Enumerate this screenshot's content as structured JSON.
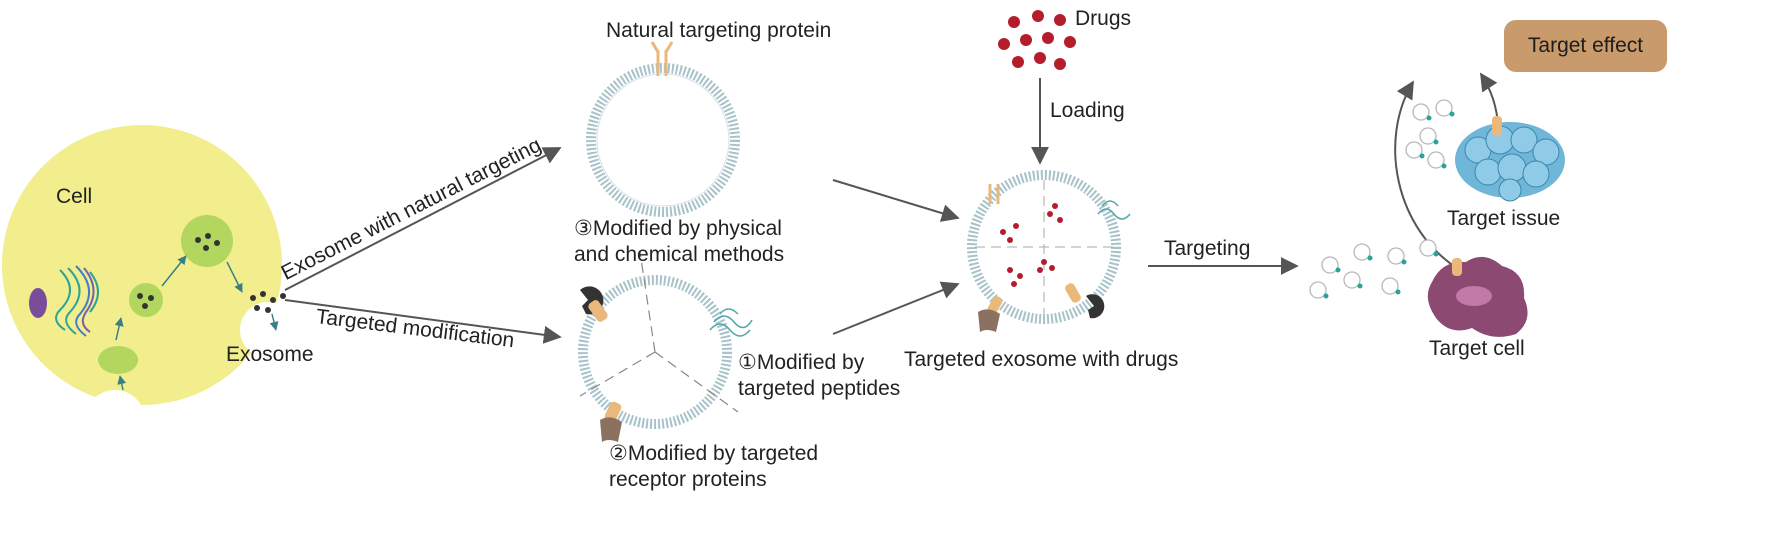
{
  "labels": {
    "cell": "Cell",
    "exosome": "Exosome",
    "natural_path": "Exosome with natural targeting",
    "targeted_path": "Targeted modification",
    "natural_protein": "Natural targeting protein",
    "modified_physical": "③Modified by physical and chemical methods",
    "modified_peptides": "①Modified by targeted peptides",
    "modified_receptor": "②Modified by targeted receptor proteins",
    "drugs": "Drugs",
    "loading": "Loading",
    "targeted_exosome": "Targeted exosome with drugs",
    "targeting": "Targeting",
    "target_effect": "Target effect",
    "target_issue": "Target issue",
    "target_cell": "Target cell"
  },
  "colors": {
    "cell_fill": "#f2ee8d",
    "vesicle_green": "#b3d65f",
    "membrane": "#a8c2ca",
    "drug_red": "#b41e2c",
    "arrow": "#555555",
    "effect_box": "#c99a6b",
    "tumor_blue": "#6fb6d8",
    "target_cell_purple": "#8c4a72",
    "receptor_tan": "#e9b87a",
    "receptor_brown": "#8a7160",
    "peptide_teal": "#4fa7a7"
  }
}
